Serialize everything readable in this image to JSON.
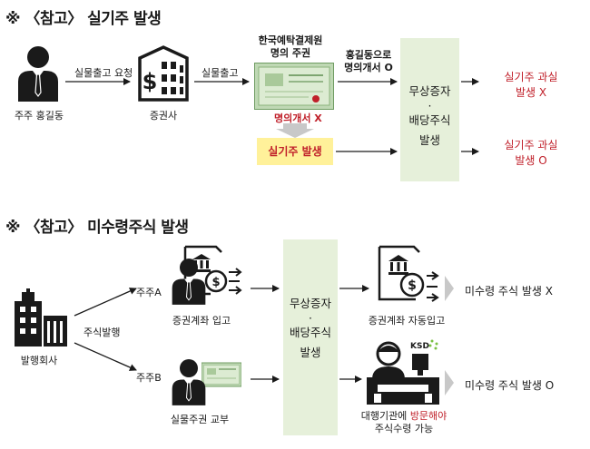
{
  "section1": {
    "title": "※ 〈참고〉 실기주 발생",
    "shareholder_label": "주주 홍길동",
    "request_label": "실물출고 요청",
    "securities_firm_label": "증권사",
    "release_label": "실물출고",
    "certificate_caption_line1": "한국예탁결제원",
    "certificate_caption_line2": "명의 주권",
    "name_change_line1": "홍길동으로",
    "name_change_line2": "명의개서 O",
    "name_change_not": "명의개서 X",
    "unclaimed_box": "실기주 발생",
    "issuance_line1": "무상증자",
    "issuance_dot": "·",
    "issuance_line2": "배당주식",
    "issuance_line3": "발생",
    "result1_line1": "실기주 과실",
    "result1_line2": "발생 X",
    "result2_line1": "실기주 과실",
    "result2_line2": "발생 O"
  },
  "section2": {
    "title": "※ 〈참고〉 미수령주식 발생",
    "issuer_label": "발행회사",
    "issue_label": "주식발행",
    "shareholder_a": "주주A",
    "shareholder_b": "주주B",
    "deposit_label": "증권계좌 입고",
    "paper_delivery_label": "실물주권 교부",
    "issuance_line1": "무상증자",
    "issuance_dot": "·",
    "issuance_line2": "배당주식",
    "issuance_line3": "발생",
    "auto_deposit_label": "증권계좌 자동입고",
    "agent_line1_a": "대행기관에 ",
    "agent_line1_b": "방문해야",
    "agent_line2": "주식수령 가능",
    "ksd_label": "KSD",
    "result_a": "미수령 주식 발생 X",
    "result_b": "미수령 주식 발생 O"
  },
  "colors": {
    "accent_red": "#c0202a",
    "green_box": "#e6f0da",
    "yellow_box": "#fff19a",
    "arrow_grey": "#c8c8c8"
  }
}
